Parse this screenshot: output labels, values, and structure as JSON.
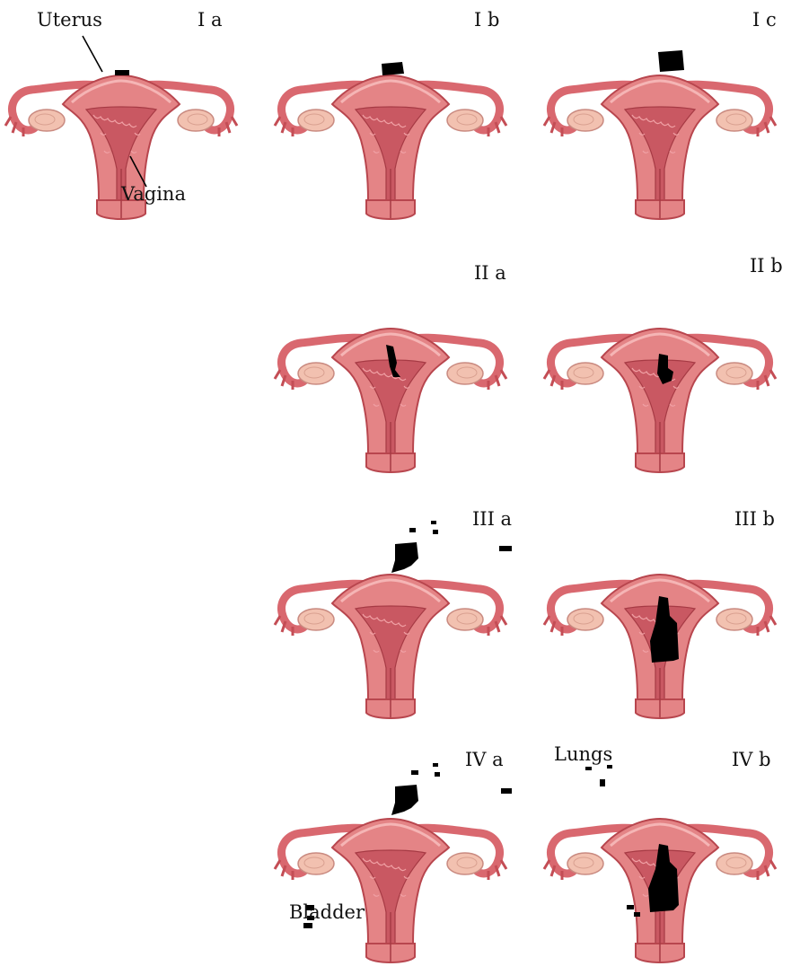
{
  "figure": {
    "stages": [
      {
        "id": "Ia",
        "label": "I a"
      },
      {
        "id": "Ib",
        "label": "I b"
      },
      {
        "id": "Ic",
        "label": "I c"
      },
      {
        "id": "IIa",
        "label": "II a"
      },
      {
        "id": "IIb",
        "label": "II b"
      },
      {
        "id": "IIIa",
        "label": "III a"
      },
      {
        "id": "IIIb",
        "label": "III b"
      },
      {
        "id": "IVa",
        "label": "IV a"
      },
      {
        "id": "IVb",
        "label": "IV b"
      }
    ],
    "annotations": {
      "uterus": "Uterus",
      "vagina": "Vagina",
      "lungs": "Lungs",
      "bladder": "Bladder"
    }
  },
  "colors": {
    "uterus_body": "#e07a7a",
    "uterus_dark": "#c44d55",
    "ovary": "#f2c1b0",
    "tumor": "#000000"
  }
}
